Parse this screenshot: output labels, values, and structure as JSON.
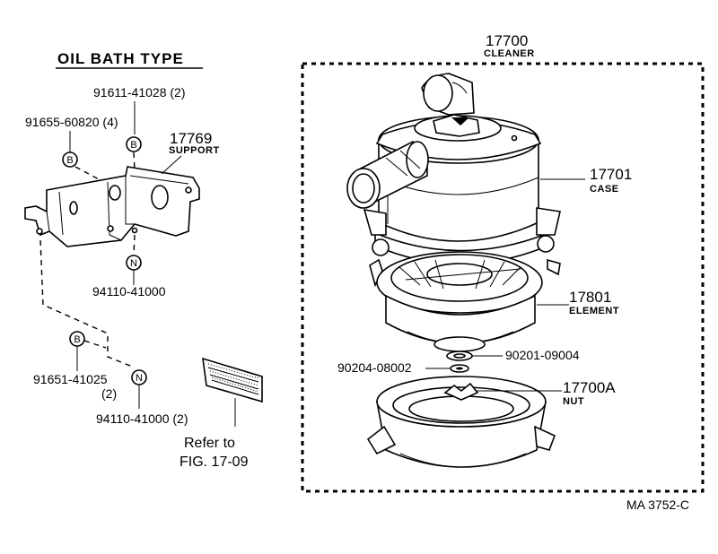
{
  "title": "OIL BATH TYPE",
  "figure_code": "MA 3752-C",
  "refer": {
    "line1": "Refer to",
    "line2": "FIG. 17-09"
  },
  "parts": {
    "cleaner": {
      "number": "17700",
      "name": "CLEANER"
    },
    "case": {
      "number": "17701",
      "name": "CASE"
    },
    "element": {
      "number": "17801",
      "name": "ELEMENT"
    },
    "nut_big": {
      "number": "17700A",
      "name": "NUT"
    },
    "support": {
      "number": "17769",
      "name": "SUPPORT"
    },
    "bolt_a": "91611-41028 (2)",
    "bolt_b": "91655-60820 (4)",
    "nut_a": "94110-41000",
    "bolt_c": "91651-41025",
    "bolt_c_qty": "(2)",
    "nut_b": "94110-41000 (2)",
    "gasket": "90201-09004",
    "washer": "90204-08002"
  },
  "markers": {
    "bolt": "B",
    "nut": "N"
  }
}
